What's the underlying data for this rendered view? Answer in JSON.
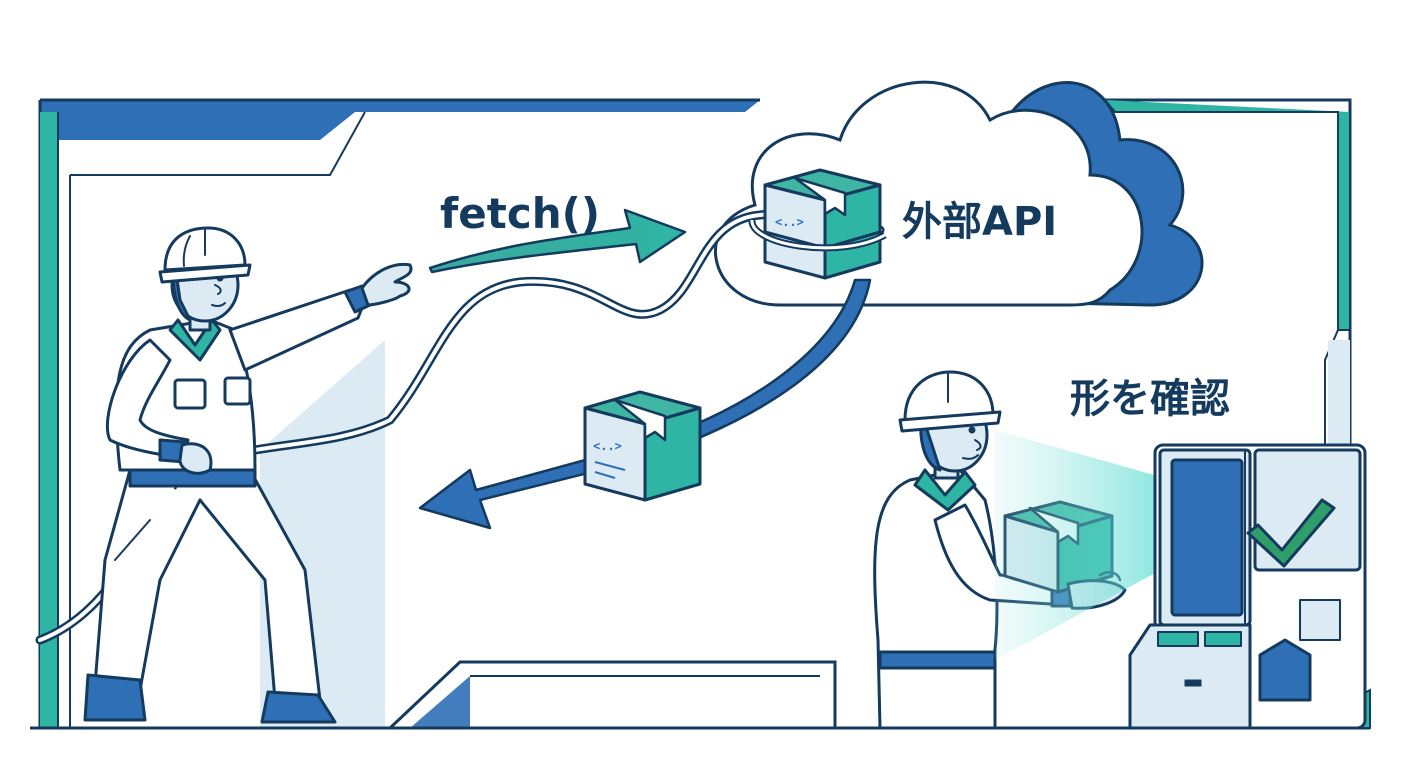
{
  "labels": {
    "fetch": "fetch()",
    "api": "外部API",
    "verify": "形を確認"
  },
  "package_glyph": "<..>",
  "icons": {
    "cloud": "cloud-icon",
    "package": "package-icon",
    "check": "checkmark-icon",
    "helmet": "hard-hat-icon"
  },
  "colors": {
    "navy": "#143a5e",
    "blue": "#2f6fb6",
    "teal": "#2fb5a3",
    "light_blue": "#dcebf3",
    "green_check": "#2e9e6a"
  }
}
